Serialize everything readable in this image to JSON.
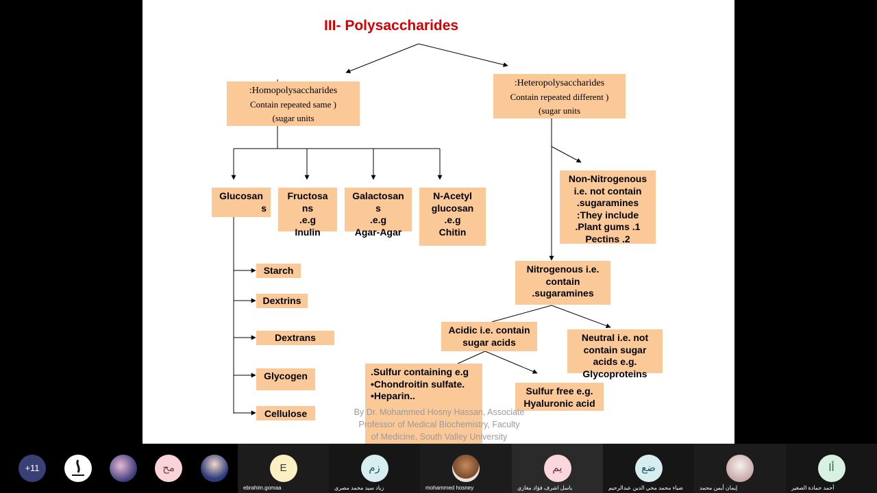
{
  "slide": {
    "title": "III- Polysaccharides",
    "homo": {
      "line1": ":Homopolysaccharides",
      "line2": "Contain repeated same )",
      "line3": "(sugar units"
    },
    "hetero": {
      "line1": ":Heteropolysaccharides",
      "line2": "Contain repeated different )",
      "line3": "(sugar units"
    },
    "glucosans": [
      "Glucosan",
      "s"
    ],
    "fructosans": [
      "Fructosa",
      "ns",
      ".e.g",
      "Inulin"
    ],
    "galactosans": [
      "Galactosan",
      "s",
      ".e.g",
      "Agar-Agar"
    ],
    "nacetyl": [
      "N-Acetyl",
      "glucosan",
      ".e.g",
      "Chitin"
    ],
    "glucosan_items": [
      "Starch",
      "Dextrins",
      "Dextrans",
      "Glycogen",
      "Cellulose"
    ],
    "non_nitrogenous": [
      "Non-Nitrogenous",
      "i.e. not contain",
      ".sugaramines",
      ":They include",
      ".Plant gums .1",
      "Pectins .2"
    ],
    "nitrogenous": [
      "Nitrogenous i.e.",
      "contain",
      ".sugaramines"
    ],
    "acidic": [
      "Acidic i.e. contain",
      "sugar acids"
    ],
    "neutral": [
      "Neutral i.e. not",
      "contain sugar",
      "acids e.g.",
      "Glycoproteins"
    ],
    "sulfur_containing": [
      ".Sulfur containing e.g",
      "•Chondroitin sulfate.",
      "•Heparin.."
    ],
    "sulfur_free": [
      "Sulfur free e.g.",
      "Hyaluronic acid"
    ],
    "credit": [
      "By Dr. Mohammed Hosny Hassan, Associate",
      "Professor of Medical Biochemistry, Faculty",
      "of Medicine, South Valley University"
    ]
  },
  "participants": {
    "more_count": "+11",
    "items": [
      {
        "initials": "",
        "name": "",
        "icon": "leader-logo"
      },
      {
        "initials": "",
        "name": "",
        "icon": "avatar-photo"
      },
      {
        "initials": "مح",
        "name": ""
      },
      {
        "initials": "",
        "name": "",
        "icon": "avatar-photo"
      },
      {
        "initials": "E",
        "name": "ebrahim.gomaa"
      },
      {
        "initials": "زم",
        "name": "زياد سيد محمد مصري"
      },
      {
        "initials": "",
        "name": "mohammed hosney",
        "icon": "avatar-photo"
      },
      {
        "initials": "يم",
        "name": "ياسل  اشرف فؤاد مغازي"
      },
      {
        "initials": "ضع",
        "name": "ضياء محمد محي الدين عبدالرحيم"
      },
      {
        "initials": "",
        "name": "إيمان  أيمن محمد",
        "icon": "avatar-photo"
      },
      {
        "initials": "أا",
        "name": "أحمد حمادة الصغير"
      }
    ]
  },
  "colors": {
    "box_fill": "#fbc898",
    "title": "#d40000",
    "credit": "#9a9a9a"
  }
}
